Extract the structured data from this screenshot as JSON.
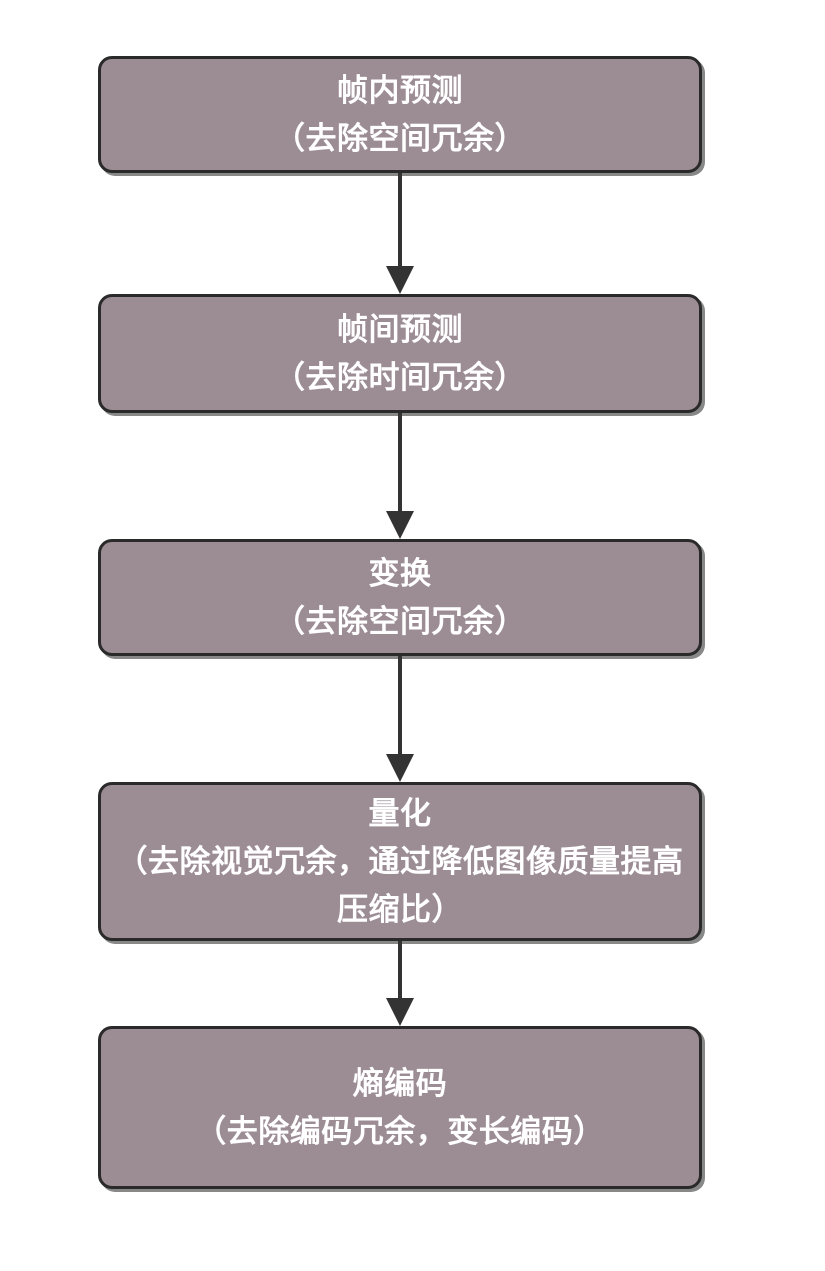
{
  "diagram": {
    "type": "flowchart",
    "orientation": "top-to-bottom",
    "background_color": "#ffffff",
    "node_fill_color": "#9c8d95",
    "node_border_color": "#2a2a2a",
    "node_text_color": "#ffffff",
    "connector_color": "#333333",
    "nodes": [
      {
        "id": "intra-prediction",
        "title": "帧内预测",
        "subtitle": "（去除空间冗余）"
      },
      {
        "id": "inter-prediction",
        "title": "帧间预测",
        "subtitle": "（去除时间冗余）"
      },
      {
        "id": "transform",
        "title": "变换",
        "subtitle": "（去除空间冗余）"
      },
      {
        "id": "quantization",
        "title": "量化",
        "subtitle": "（去除视觉冗余，通过降低图像质量提高压缩比）"
      },
      {
        "id": "entropy-coding",
        "title": "熵编码",
        "subtitle": "（去除编码冗余，变长编码）"
      }
    ],
    "edges": [
      {
        "from": "intra-prediction",
        "to": "inter-prediction",
        "arrow": "down-arrow"
      },
      {
        "from": "inter-prediction",
        "to": "transform",
        "arrow": "down-arrow"
      },
      {
        "from": "transform",
        "to": "quantization",
        "arrow": "down-arrow"
      },
      {
        "from": "quantization",
        "to": "entropy-coding",
        "arrow": "down-arrow"
      }
    ]
  }
}
